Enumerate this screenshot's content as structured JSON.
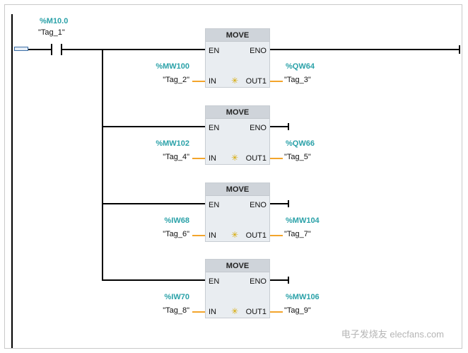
{
  "contact": {
    "address": "%M10.0",
    "tag": "\"Tag_1\""
  },
  "blocks": [
    {
      "title": "MOVE",
      "en": "EN",
      "eno": "ENO",
      "in": "IN",
      "out": "OUT1",
      "in_addr": "%MW100",
      "in_tag": "\"Tag_2\"",
      "out_addr": "%QW64",
      "out_tag": "\"Tag_3\""
    },
    {
      "title": "MOVE",
      "en": "EN",
      "eno": "ENO",
      "in": "IN",
      "out": "OUT1",
      "in_addr": "%MW102",
      "in_tag": "\"Tag_4\"",
      "out_addr": "%QW66",
      "out_tag": "\"Tag_5\""
    },
    {
      "title": "MOVE",
      "en": "EN",
      "eno": "ENO",
      "in": "IN",
      "out": "OUT1",
      "in_addr": "%IW68",
      "in_tag": "\"Tag_6\"",
      "out_addr": "%MW104",
      "out_tag": "\"Tag_7\""
    },
    {
      "title": "MOVE",
      "en": "EN",
      "eno": "ENO",
      "in": "IN",
      "out": "OUT1",
      "in_addr": "%IW70",
      "in_tag": "\"Tag_8\"",
      "out_addr": "%MW106",
      "out_tag": "\"Tag_9\""
    }
  ],
  "star_glyph": "✳",
  "watermark": "电子发烧友 elecfans.com"
}
